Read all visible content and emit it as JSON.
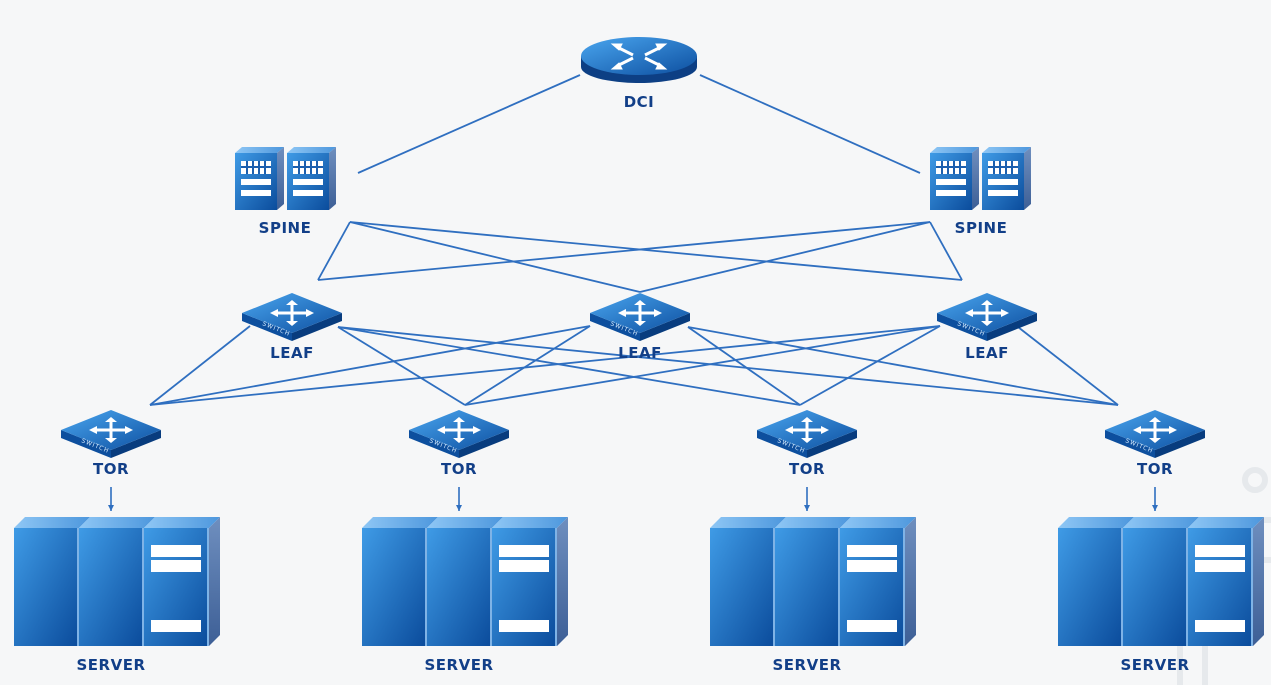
{
  "diagram": {
    "nodes": {
      "dci": {
        "label": "DCI",
        "icon": "router-icon"
      },
      "spine": [
        {
          "label": "SPINE",
          "icon": "spine-server-icon"
        },
        {
          "label": "SPINE",
          "icon": "spine-server-icon"
        }
      ],
      "leaf": [
        {
          "label": "LEAF",
          "icon": "switch-icon"
        },
        {
          "label": "LEAF",
          "icon": "switch-icon"
        },
        {
          "label": "LEAF",
          "icon": "switch-icon"
        }
      ],
      "tor": [
        {
          "label": "TOR",
          "icon": "switch-icon"
        },
        {
          "label": "TOR",
          "icon": "switch-icon"
        },
        {
          "label": "TOR",
          "icon": "switch-icon"
        },
        {
          "label": "TOR",
          "icon": "switch-icon"
        }
      ],
      "server": [
        {
          "label": "SERVER",
          "icon": "server-rack-icon"
        },
        {
          "label": "SERVER",
          "icon": "server-rack-icon"
        },
        {
          "label": "SERVER",
          "icon": "server-rack-icon"
        },
        {
          "label": "SERVER",
          "icon": "server-rack-icon"
        }
      ]
    },
    "switch_text": "SWITCH",
    "links": [
      [
        "dci",
        "spine.0"
      ],
      [
        "dci",
        "spine.1"
      ],
      [
        "spine.0",
        "leaf.0"
      ],
      [
        "spine.0",
        "leaf.1"
      ],
      [
        "spine.0",
        "leaf.2"
      ],
      [
        "spine.1",
        "leaf.0"
      ],
      [
        "spine.1",
        "leaf.1"
      ],
      [
        "spine.1",
        "leaf.2"
      ],
      [
        "leaf.0",
        "tor.0"
      ],
      [
        "leaf.0",
        "tor.1"
      ],
      [
        "leaf.0",
        "tor.2"
      ],
      [
        "leaf.0",
        "tor.3"
      ],
      [
        "leaf.1",
        "tor.0"
      ],
      [
        "leaf.1",
        "tor.1"
      ],
      [
        "leaf.1",
        "tor.2"
      ],
      [
        "leaf.1",
        "tor.3"
      ],
      [
        "leaf.2",
        "tor.0"
      ],
      [
        "leaf.2",
        "tor.1"
      ],
      [
        "leaf.2",
        "tor.2"
      ],
      [
        "leaf.2",
        "tor.3"
      ],
      [
        "tor.0",
        "server.0"
      ],
      [
        "tor.1",
        "server.1"
      ],
      [
        "tor.2",
        "server.2"
      ],
      [
        "tor.3",
        "server.3"
      ]
    ],
    "colors": {
      "link": "#2f6fc0",
      "label": "#123f88",
      "device_light": "#3f9be6",
      "device_dark": "#0f4f9e",
      "background": "#f6f7f8"
    }
  }
}
